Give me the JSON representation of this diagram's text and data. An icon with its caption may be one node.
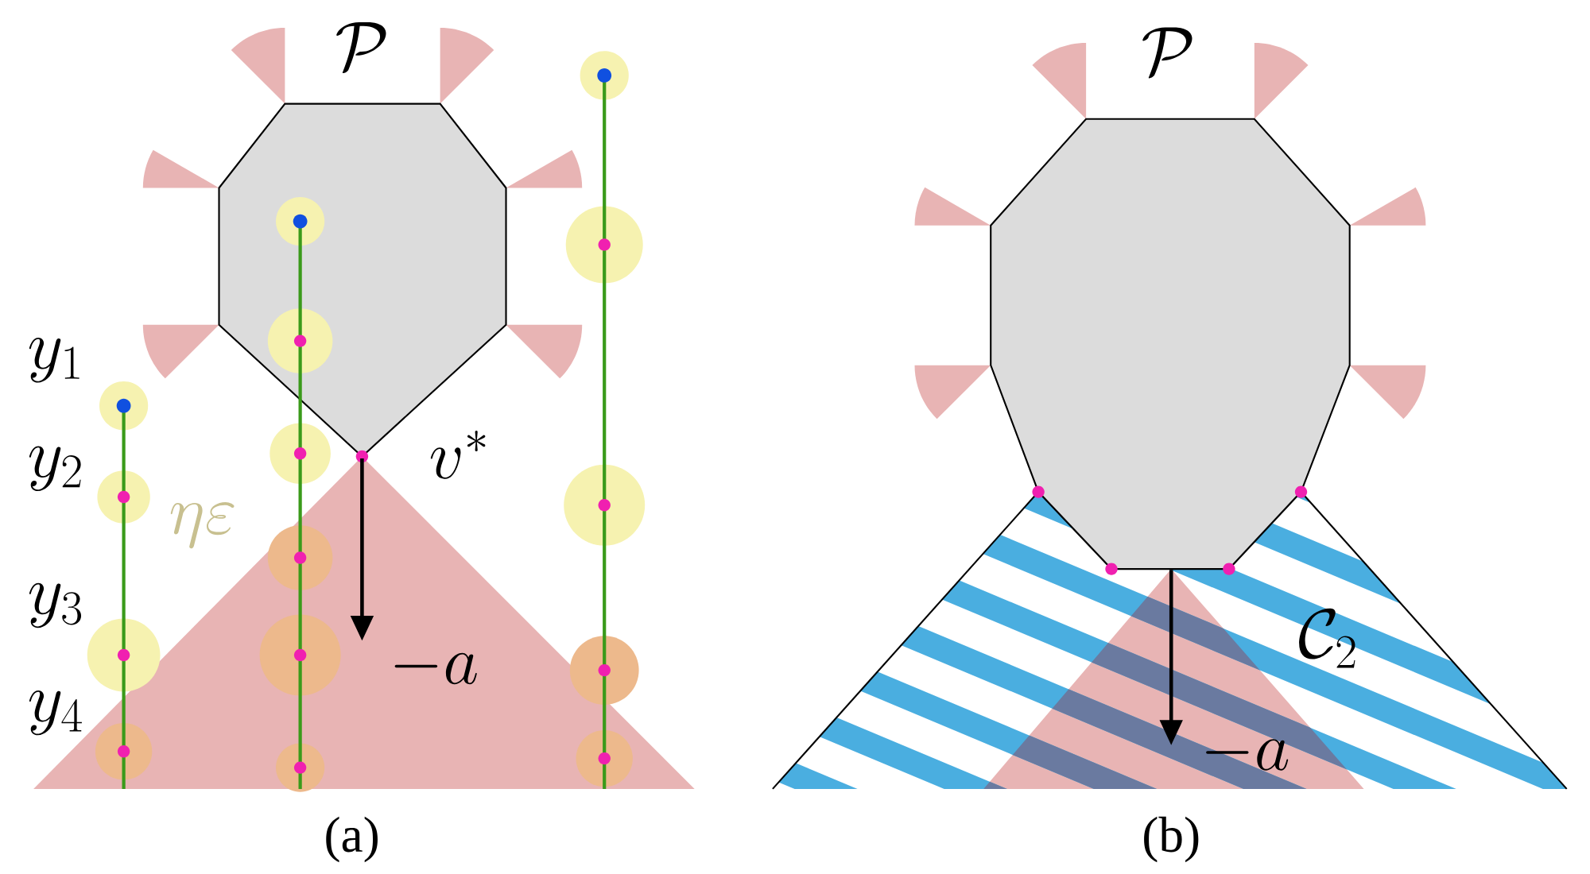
{
  "diagram": {
    "labels": [
      "\\mathcal{P}",
      "y_1",
      "y_2",
      "v^*",
      "\\eta\\varepsilon",
      "y_3",
      "-a",
      "y_4",
      "(a)",
      "\\mathcal{P}",
      "\\mathcal{C}_2",
      "-a",
      "(b)"
    ]
  }
}
